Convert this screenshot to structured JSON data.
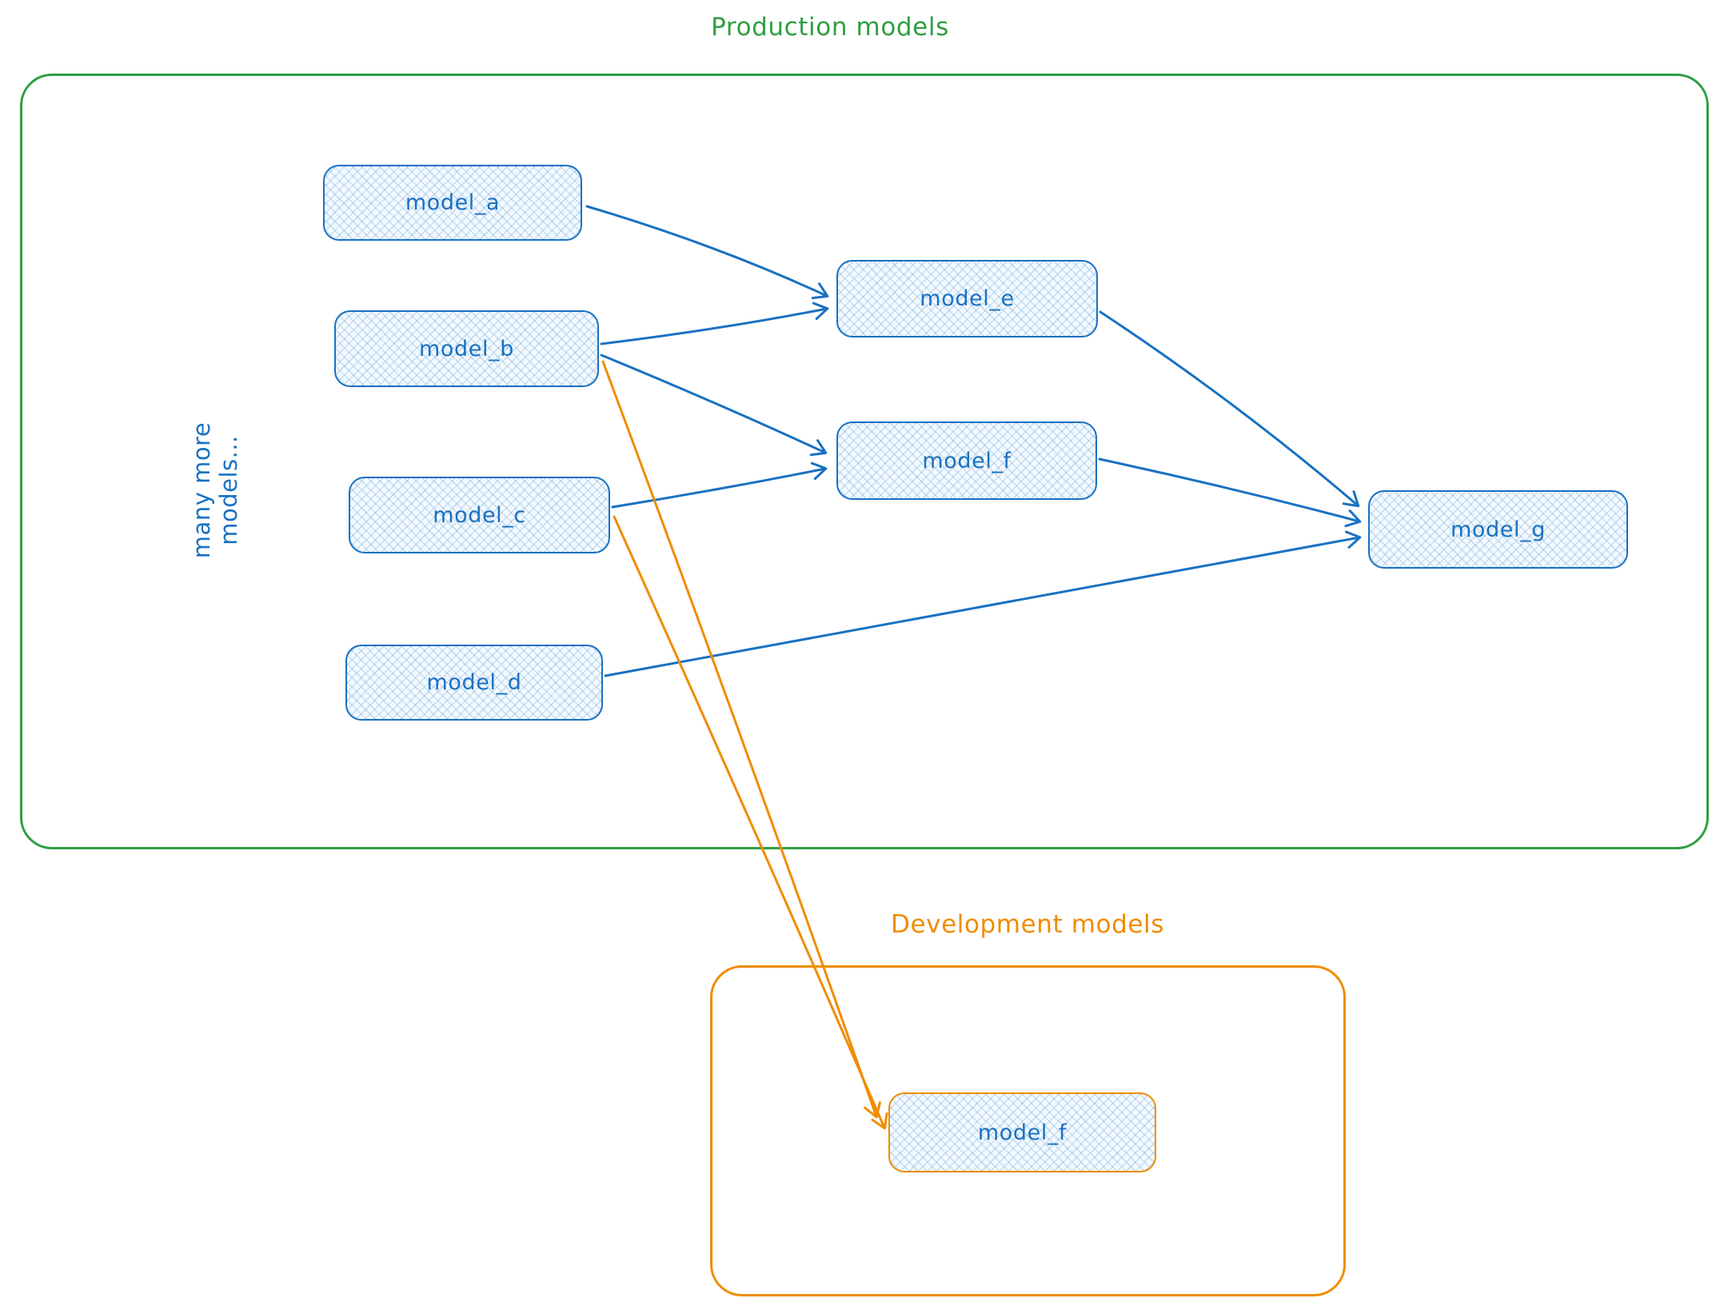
{
  "production": {
    "title": "Production models",
    "side_label": "many more models...",
    "nodes": {
      "model_a": {
        "label": "model_a"
      },
      "model_b": {
        "label": "model_b"
      },
      "model_c": {
        "label": "model_c"
      },
      "model_d": {
        "label": "model_d"
      },
      "model_e": {
        "label": "model_e"
      },
      "model_f": {
        "label": "model_f"
      },
      "model_g": {
        "label": "model_g"
      }
    }
  },
  "development": {
    "title": "Development models",
    "nodes": {
      "model_f": {
        "label": "model_f"
      }
    }
  },
  "edges": [
    {
      "from": "production.model_a",
      "to": "production.model_e",
      "color": "blue"
    },
    {
      "from": "production.model_b",
      "to": "production.model_e",
      "color": "blue"
    },
    {
      "from": "production.model_b",
      "to": "production.model_f",
      "color": "blue"
    },
    {
      "from": "production.model_c",
      "to": "production.model_f",
      "color": "blue"
    },
    {
      "from": "production.model_d",
      "to": "production.model_g",
      "color": "blue"
    },
    {
      "from": "production.model_e",
      "to": "production.model_g",
      "color": "blue"
    },
    {
      "from": "production.model_f",
      "to": "production.model_g",
      "color": "blue"
    },
    {
      "from": "production.model_b",
      "to": "development.model_f",
      "color": "orange"
    },
    {
      "from": "production.model_c",
      "to": "development.model_f",
      "color": "orange"
    }
  ],
  "colors": {
    "blue": "#1971c2",
    "green": "#2f9e44",
    "orange": "#f08c00",
    "node_fill": "#f3f9fe"
  }
}
